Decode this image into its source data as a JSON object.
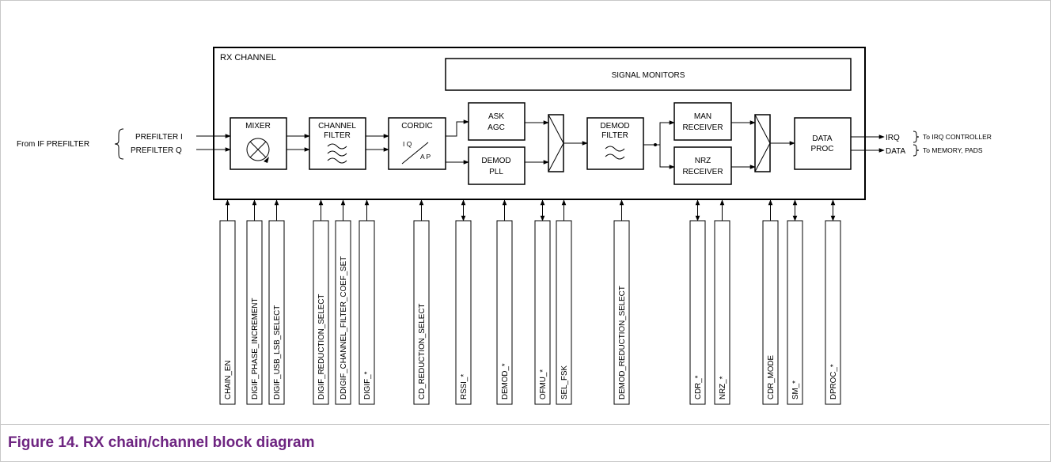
{
  "figure": {
    "caption": "Figure 14.  RX chain/channel block diagram"
  },
  "channel": {
    "title": "RX CHANNEL",
    "signal_monitors": "SIGNAL MONITORS"
  },
  "inputs": {
    "source": "From IF PREFILTER",
    "line1": "PREFILTER I",
    "line2": "PREFILTER Q"
  },
  "blocks": {
    "mixer": "MIXER",
    "channel_filter_1": "CHANNEL",
    "channel_filter_2": "FILTER",
    "cordic": "CORDIC",
    "cordic_iq": "I Q",
    "cordic_ap": "A P",
    "ask_agc_1": "ASK",
    "ask_agc_2": "AGC",
    "demod_pll_1": "DEMOD",
    "demod_pll_2": "PLL",
    "demod_filter_1": "DEMOD",
    "demod_filter_2": "FILTER",
    "man_receiver_1": "MAN",
    "man_receiver_2": "RECEIVER",
    "nrz_receiver_1": "NRZ",
    "nrz_receiver_2": "RECEIVER",
    "data_proc_1": "DATA",
    "data_proc_2": "PROC"
  },
  "outputs": {
    "irq": "IRQ",
    "data": "DATA",
    "irq_dest": "To IRQ CONTROLLER",
    "data_dest": "To MEMORY, PADS"
  },
  "registers": [
    "CHAIN_EN",
    "DIGIF_PHASE_INCREMENT",
    "DIGIF_USB_LSB_SELECT",
    "DIGIF_REDUCTION_SELECT",
    "DDIGIF_CHANNEL_FILTER_COEF_SET",
    "DIGIF_*",
    "CD_REDUCTION_SELECT",
    "RSSI_*",
    "DEMOD_*",
    "OFMU_*",
    "SEL_FSK",
    "DEMOD_REDUCTION_SELECT",
    "CDR_*",
    "NRZ_*",
    "CDR_MODE",
    "SM_*",
    "DPROC_*"
  ]
}
